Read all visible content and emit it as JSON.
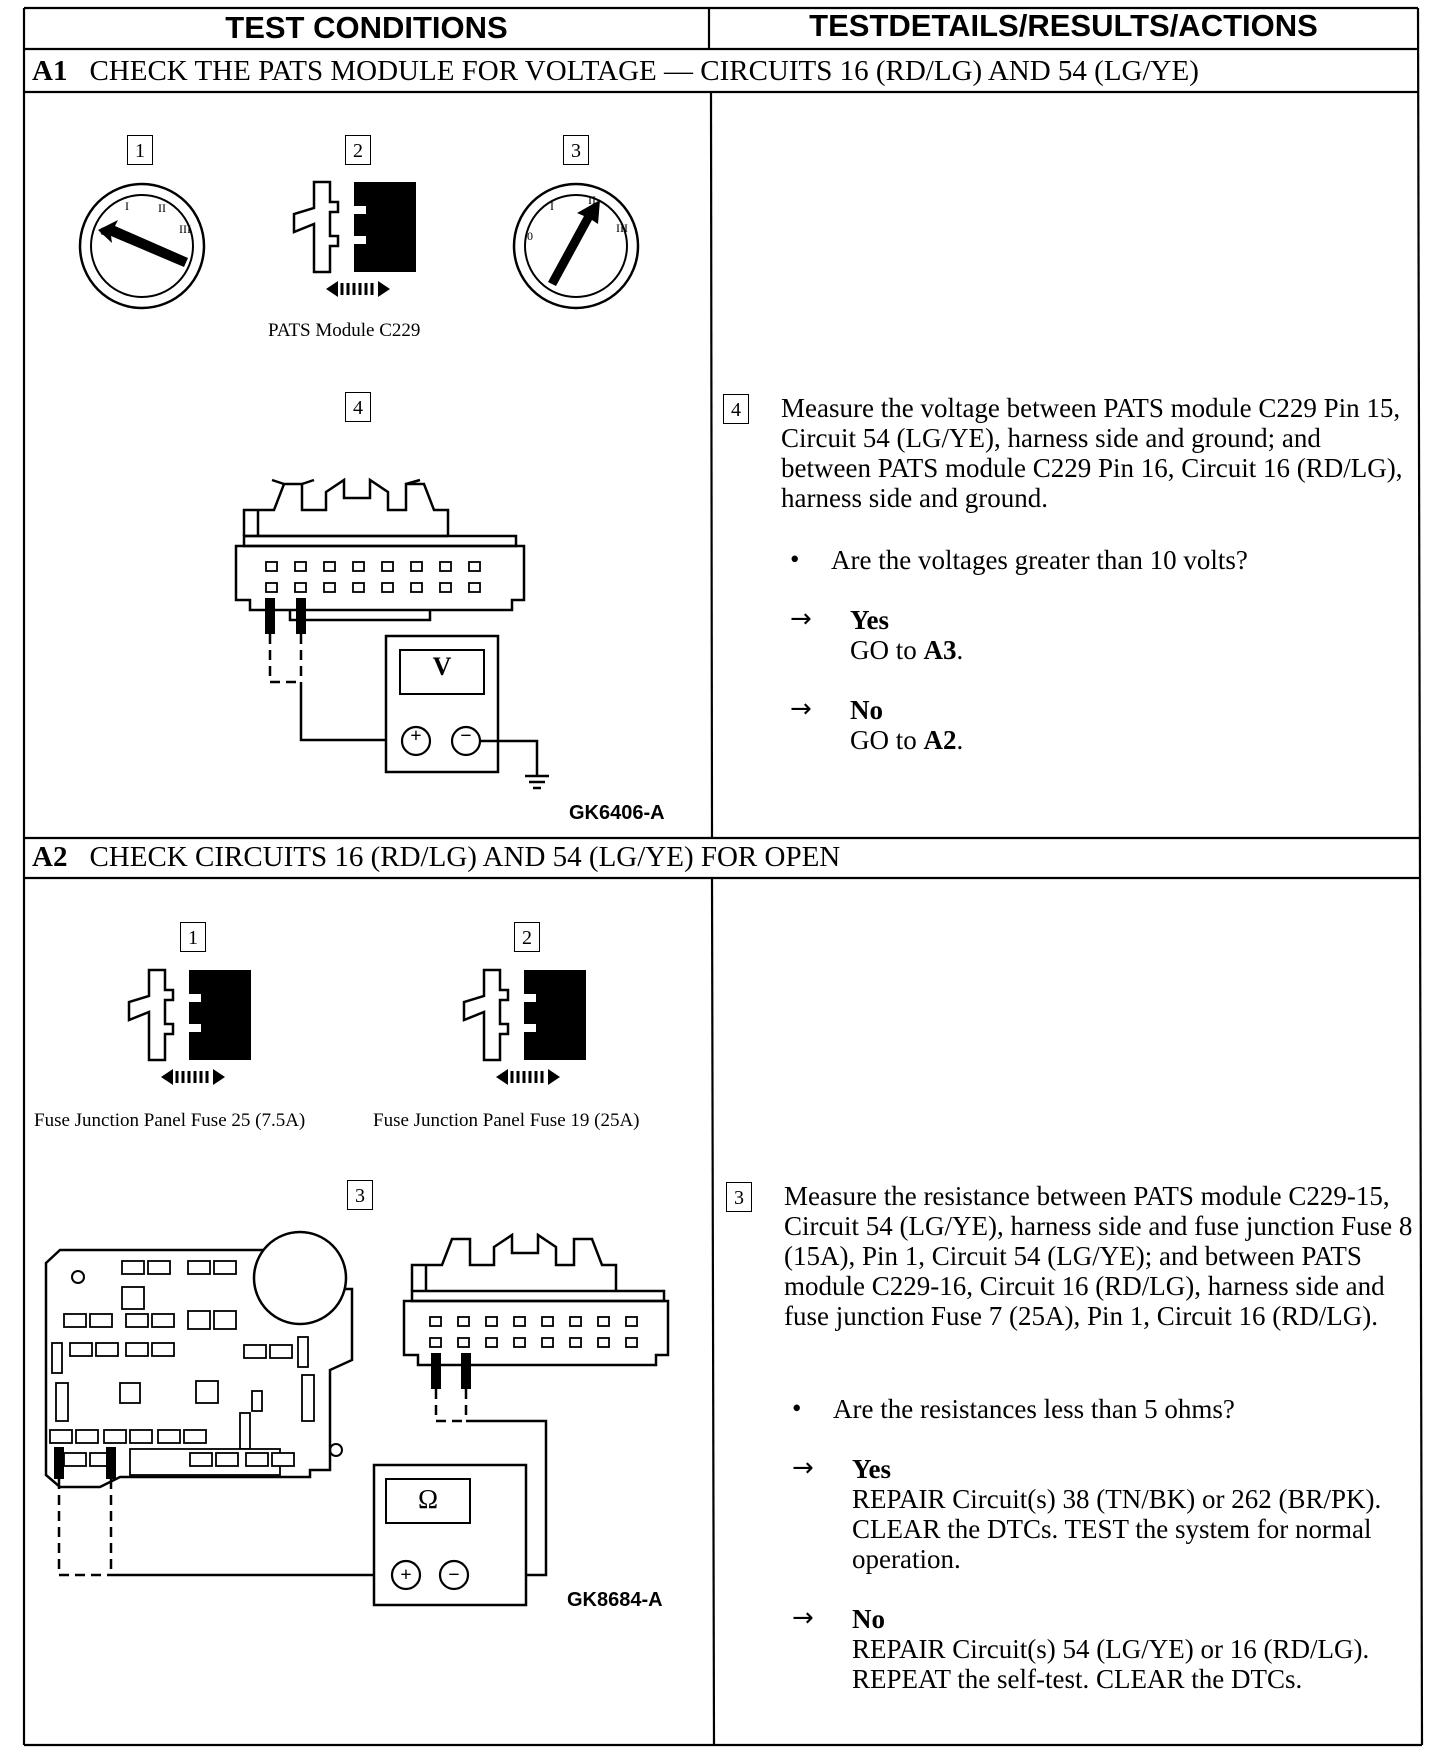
{
  "header": {
    "left": "TEST CONDITIONS",
    "right": "TESTDETAILS/RESULTS/ACTIONS"
  },
  "a1": {
    "id": "A1",
    "title": "CHECK THE PATS MODULE FOR VOLTAGE — CIRCUITS 16 (RD/LG) AND 54 (LG/YE)",
    "steps": [
      "1",
      "2",
      "3",
      "4"
    ],
    "caption_connector": "PATS Module C229",
    "figure_code": "GK6406-A",
    "meter_symbol": "V",
    "detail_step": "4",
    "detail_text": "Measure the voltage between PATS module C229 Pin 15, Circuit 54 (LG/YE), harness side and ground; and between PATS module C229 Pin 16, Circuit 16 (RD/LG), harness side and ground.",
    "question": "Are the voltages greater than 10 volts?",
    "yes_label": "Yes",
    "yes_action_prefix": "GO to ",
    "yes_action_target": "A3",
    "yes_action_suffix": ".",
    "no_label": "No",
    "no_action_prefix": "GO to ",
    "no_action_target": "A2",
    "no_action_suffix": "."
  },
  "a2": {
    "id": "A2",
    "title": "CHECK CIRCUITS 16 (RD/LG) AND 54 (LG/YE) FOR OPEN",
    "steps": [
      "1",
      "2",
      "3"
    ],
    "caption_fuse1": "Fuse Junction Panel Fuse 25 (7.5A)",
    "caption_fuse2": "Fuse Junction Panel Fuse 19 (25A)",
    "figure_code": "GK8684-A",
    "meter_symbol": "Ω",
    "detail_step": "3",
    "detail_text": "Measure the resistance between PATS module C229-15, Circuit 54 (LG/YE), harness side and fuse junction Fuse 8 (15A), Pin 1, Circuit 54 (LG/YE); and between PATS module C229-16, Circuit 16 (RD/LG), harness side and fuse junction Fuse 7 (25A), Pin 1, Circuit 16 (RD/LG).",
    "question": "Are the resistances less than 5 ohms?",
    "yes_label": "Yes",
    "yes_action": "REPAIR Circuit(s) 38 (TN/BK) or 262 (BR/PK). CLEAR the DTCs. TEST the system for normal operation.",
    "no_label": "No",
    "no_action": "REPAIR Circuit(s) 54 (LG/YE) or 16 (RD/LG). REPEAT the self-test. CLEAR the DTCs."
  },
  "glyphs": {
    "bullet": "•",
    "arrow": "→",
    "plus": "+",
    "minus": "−"
  }
}
